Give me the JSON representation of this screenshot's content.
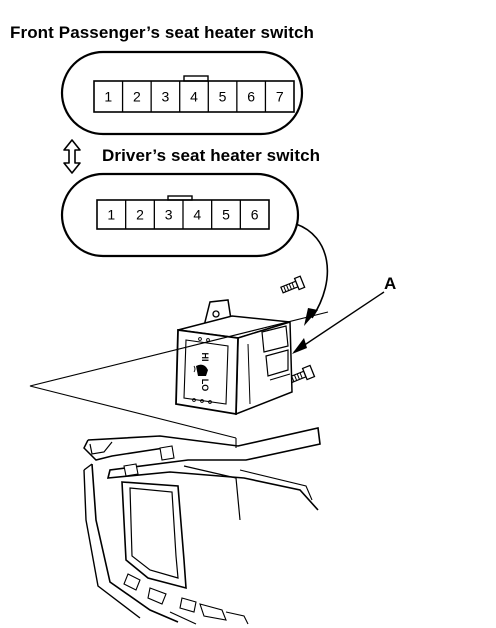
{
  "titles": {
    "front": "Front Passenger’s seat heater switch",
    "driver": "Driver’s seat heater switch"
  },
  "callout": "A",
  "connectors": {
    "front_pins": [
      "1",
      "2",
      "3",
      "4",
      "5",
      "6",
      "7"
    ],
    "driver_pins": [
      "1",
      "2",
      "3",
      "4",
      "5",
      "6"
    ]
  },
  "switch": {
    "top_label": "HI",
    "bottom_label": "LO"
  },
  "colors": {
    "ink": "#000000",
    "paper": "#ffffff"
  },
  "icons": [
    "double-arrow-icon",
    "curved-arrow-icon",
    "screw-icon",
    "seat-heater-icon"
  ]
}
